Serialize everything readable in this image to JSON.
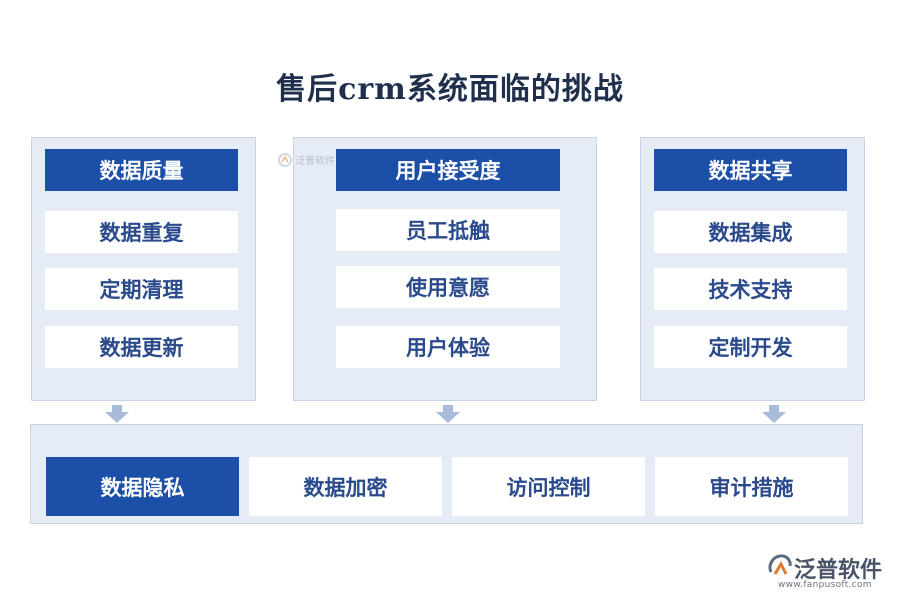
{
  "title": "售后crm系统面临的挑战",
  "panels": [
    {
      "header": "数据质量",
      "items": [
        "数据重复",
        "定期清理",
        "数据更新"
      ]
    },
    {
      "header": "用户接受度",
      "items": [
        "员工抵触",
        "使用意愿",
        "用户体验"
      ]
    },
    {
      "header": "数据共享",
      "items": [
        "数据集成",
        "技术支持",
        "定制开发"
      ]
    }
  ],
  "bottom": {
    "items": [
      "数据隐私",
      "数据加密",
      "访问控制",
      "审计措施"
    ]
  },
  "watermark": {
    "small_text": "泛普软件"
  },
  "brand": {
    "name": "泛普软件",
    "url": "www.fanpusoft.com"
  },
  "colors": {
    "primary": "#1c4fa8",
    "panel_bg": "#e6ecf6",
    "text_dark": "#1f2f4c",
    "item_text": "#2a4a8c"
  }
}
